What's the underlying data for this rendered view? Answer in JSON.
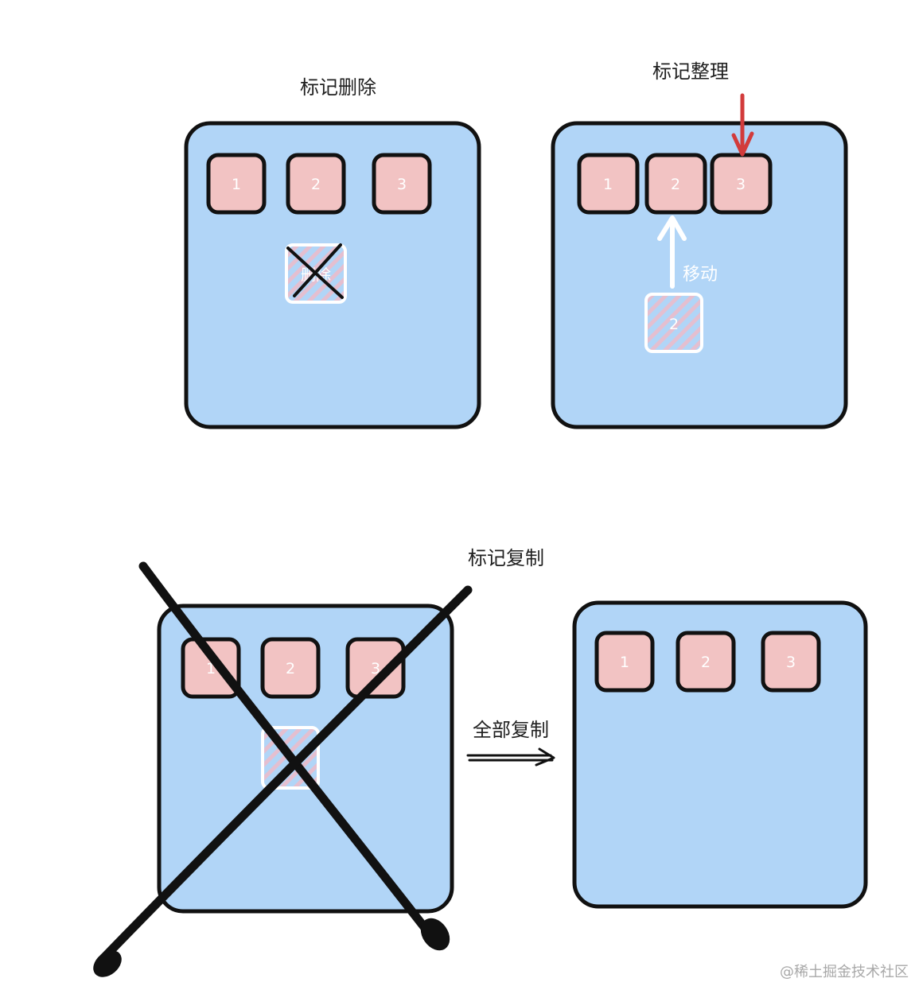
{
  "panels": {
    "mark_sweep": {
      "title": "标记删除",
      "blocks": [
        "1",
        "2",
        "3"
      ],
      "deleted_block_label": "删除"
    },
    "mark_compact": {
      "title": "标记整理",
      "blocks": [
        "1",
        "2",
        "3"
      ],
      "moved_block": "2",
      "move_label": "移动"
    },
    "mark_copy": {
      "title": "标记复制",
      "source_blocks": [
        "1",
        "2",
        "3"
      ],
      "copy_label": "全部复制",
      "target_blocks": [
        "1",
        "2",
        "3"
      ]
    }
  },
  "watermark": "@稀土掘金技术社区",
  "colors": {
    "memory_fill": "#b1d5f7",
    "block_fill": "#f2c3c3",
    "outline": "#111111",
    "arrow_red": "#d23b3b",
    "stroke_white": "#ffffff"
  }
}
